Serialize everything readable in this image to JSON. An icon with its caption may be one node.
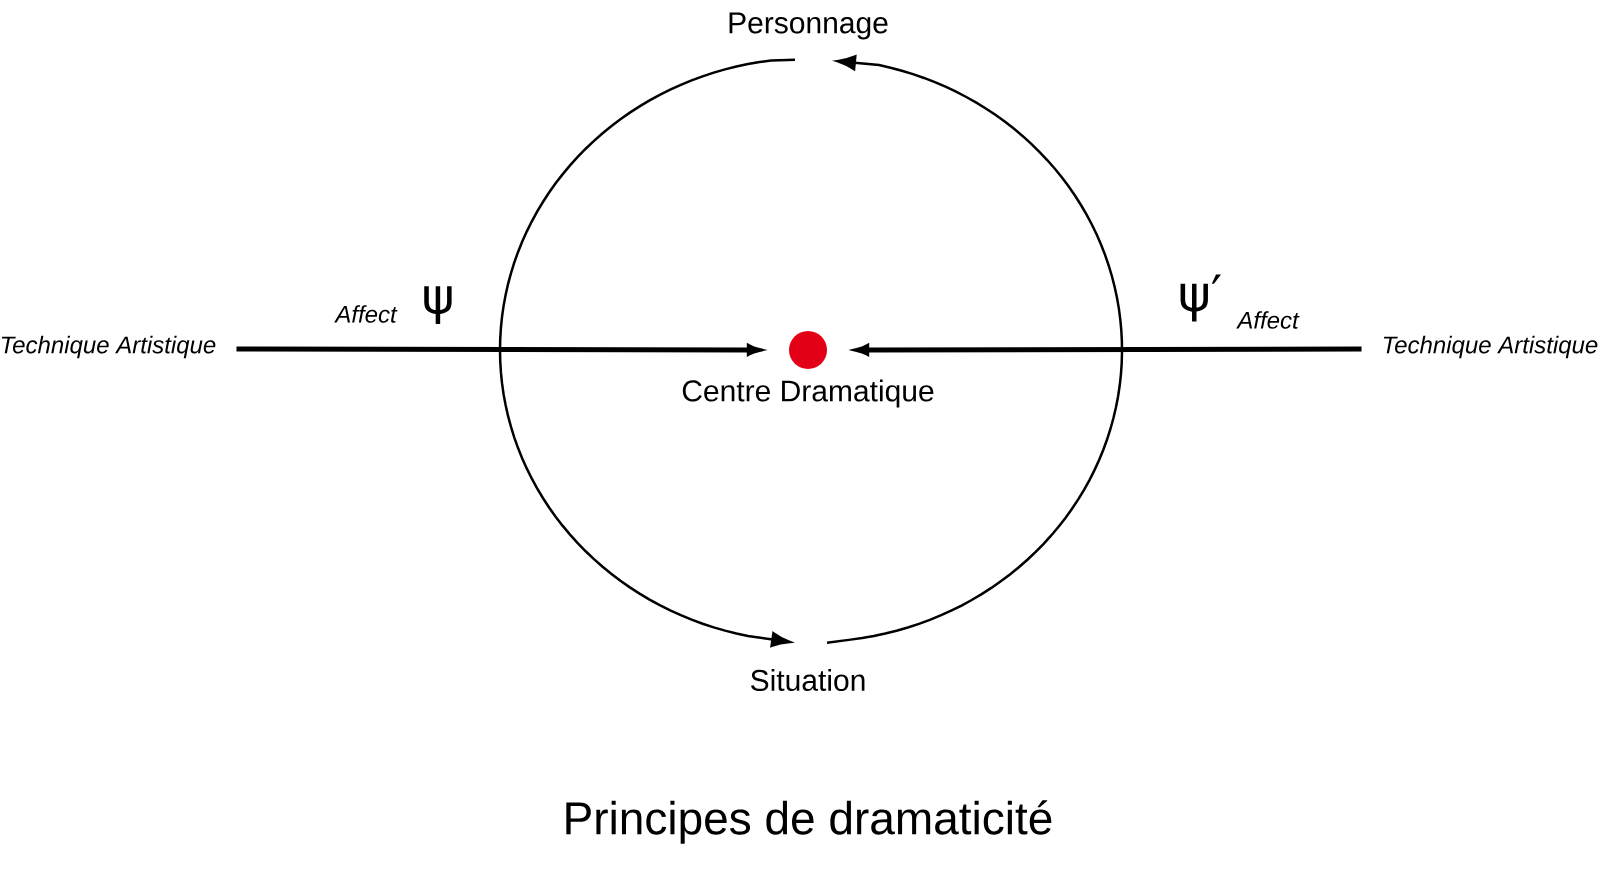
{
  "diagram": {
    "caption": "Principes de dramaticité",
    "nodes": [
      {
        "text": [
          "Technique Artistique"
        ]
      },
      {
        "text": [
          "Technique Artistique"
        ]
      },
      {
        "text": [],
        "shape": "circle",
        "beside": [
          "Centre Dramatique"
        ]
      },
      {
        "text": [
          "Personnage"
        ]
      },
      {
        "text": [
          "Situation"
        ]
      }
    ],
    "edges": [
      {
        "from": 0,
        "to": 2,
        "arrow": "to",
        "label": "Affect",
        "style": "thick"
      },
      {
        "from": 1,
        "to": 2,
        "arrow": "to",
        "label": "Affect",
        "style": "thick"
      },
      {
        "from": 3,
        "to": 4,
        "arrow": "to"
      },
      {
        "from": 4,
        "to": 3,
        "arrow": "to"
      }
    ],
    "labels": [
      "ψ",
      "ψ′"
    ]
  }
}
